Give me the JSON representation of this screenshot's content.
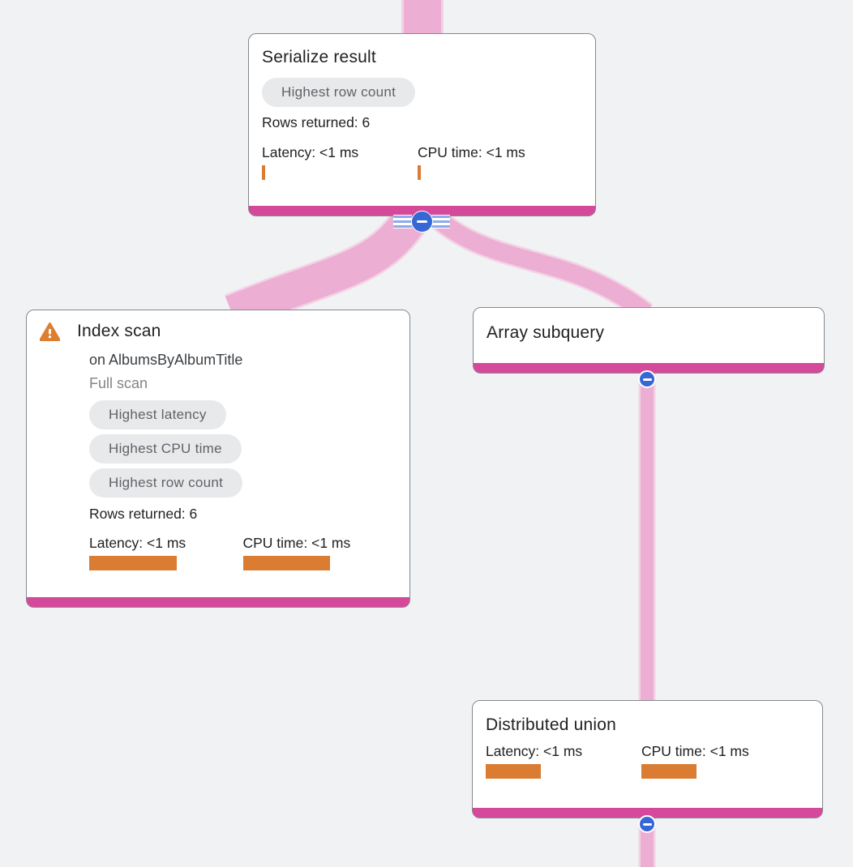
{
  "app": {
    "view_name": "Query execution plan graph",
    "colors": {
      "background": "#f1f2f4",
      "edge": "#ecaed2",
      "edge_outline": "#f3d2e5",
      "node_accent": "#d5499a",
      "collapse_button": "#3568d4",
      "metric_bar": "#db7c33",
      "warning_icon": "#dd7f31",
      "badge_bg": "#e8e9ea",
      "badge_text": "#5f6368"
    }
  },
  "nodes": {
    "serialize_result": {
      "title": "Serialize result",
      "badges": [
        "Highest row count"
      ],
      "rows_returned": "Rows returned: 6",
      "latency_label": "Latency: <1 ms",
      "cpu_label": "CPU time: <1 ms",
      "latency_bar_style": "width:4px;height:18px",
      "cpu_bar_style": "width:4px;height:18px"
    },
    "index_scan": {
      "title": "Index scan",
      "subtitle": "on AlbumsByAlbumTitle",
      "note": "Full scan",
      "badges": [
        "Highest latency",
        "Highest CPU time",
        "Highest row count"
      ],
      "rows_returned": "Rows returned: 6",
      "latency_label": "Latency: <1 ms",
      "cpu_label": "CPU time: <1 ms",
      "latency_bar_style": "width:108px;height:18px",
      "cpu_bar_style": "width:107px;height:18px"
    },
    "array_subquery": {
      "title": "Array subquery"
    },
    "distributed_union": {
      "title": "Distributed union",
      "latency_label": "Latency: <1 ms",
      "cpu_label": "CPU time: <1 ms",
      "latency_bar_style": "width:68px;height:18px",
      "cpu_bar_style": "width:68px;height:18px"
    }
  }
}
